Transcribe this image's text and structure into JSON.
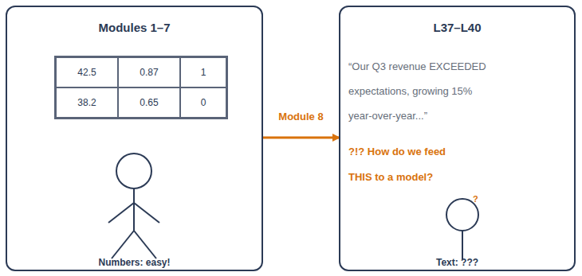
{
  "diagram": {
    "nodes": [
      {
        "text": [
          "Modules 1–7",
          "Numbers: easy!"
        ]
      },
      {
        "text": [
          "L37–L40",
          "“Our Q3 revenue EXCEEDED expectations, growing 15% year-over-year...”",
          "?!? How do we feed THIS to a model?",
          "Text: ???"
        ]
      }
    ],
    "edges": [
      {
        "from": 0,
        "to": 1,
        "arrow": "to",
        "label": "Module 8"
      }
    ],
    "labels": [
      "42.5",
      "0.87",
      "1",
      "38.2",
      "0.65",
      "0",
      "?"
    ]
  }
}
